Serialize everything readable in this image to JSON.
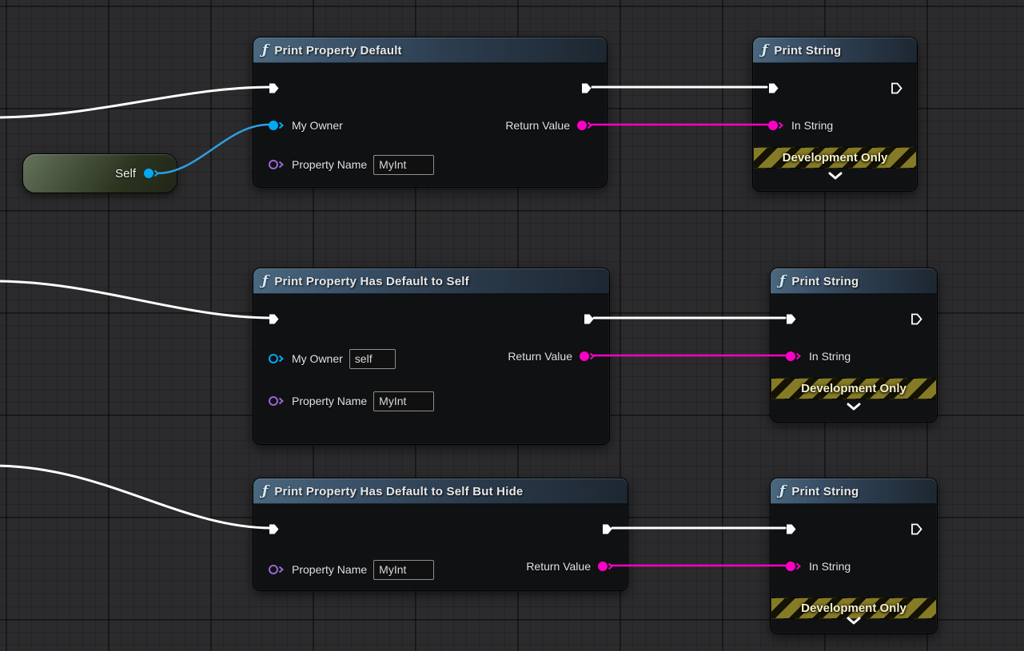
{
  "colors": {
    "exec_wire": "#ffffff",
    "string_wire": "#fb00c6",
    "object_wire": "#2f9fe0",
    "pin_object": "#00a9f4",
    "pin_name": "#9a66d6",
    "pin_string": "#fb00c6",
    "node_header_blue": "#3f5b74",
    "dev_only_stripe": "#857a26"
  },
  "icons": {
    "function_glyph": "ƒ"
  },
  "self_node": {
    "label": "Self"
  },
  "function_nodes": [
    {
      "title": "Print Property Default",
      "my_owner_label": "My Owner",
      "property_name_label": "Property Name",
      "property_name_value": "MyInt",
      "return_value_label": "Return Value"
    },
    {
      "title": "Print Property Has Default to Self",
      "my_owner_label": "My Owner",
      "my_owner_value": "self",
      "property_name_label": "Property Name",
      "property_name_value": "MyInt",
      "return_value_label": "Return Value"
    },
    {
      "title": "Print Property Has Default to Self But Hide",
      "property_name_label": "Property Name",
      "property_name_value": "MyInt",
      "return_value_label": "Return Value"
    }
  ],
  "print_string_nodes": [
    {
      "title": "Print String",
      "in_string_label": "In String",
      "dev_only_label": "Development Only"
    },
    {
      "title": "Print String",
      "in_string_label": "In String",
      "dev_only_label": "Development Only"
    },
    {
      "title": "Print String",
      "in_string_label": "In String",
      "dev_only_label": "Development Only"
    }
  ]
}
